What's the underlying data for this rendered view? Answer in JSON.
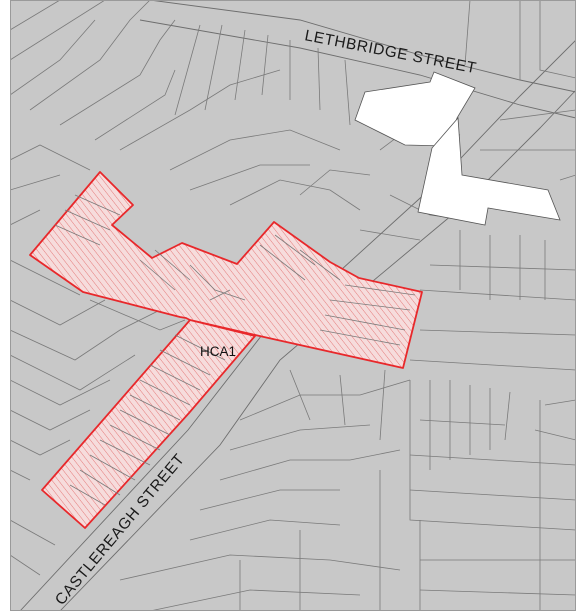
{
  "streets": {
    "lethbridge": "LETHBRIDGE STREET",
    "castlereagh": "CASTLEREAGH STREET"
  },
  "heritage_area": {
    "label": "HCA1"
  },
  "colors": {
    "background": "#c8c8c8",
    "parcel_lines": "#7a7a7a",
    "heritage_boundary": "#e8282b",
    "heritage_fill": "#f3d6d6",
    "heritage_hatch": "#e66a6a",
    "heritage_item_fill": "#ffffff"
  }
}
